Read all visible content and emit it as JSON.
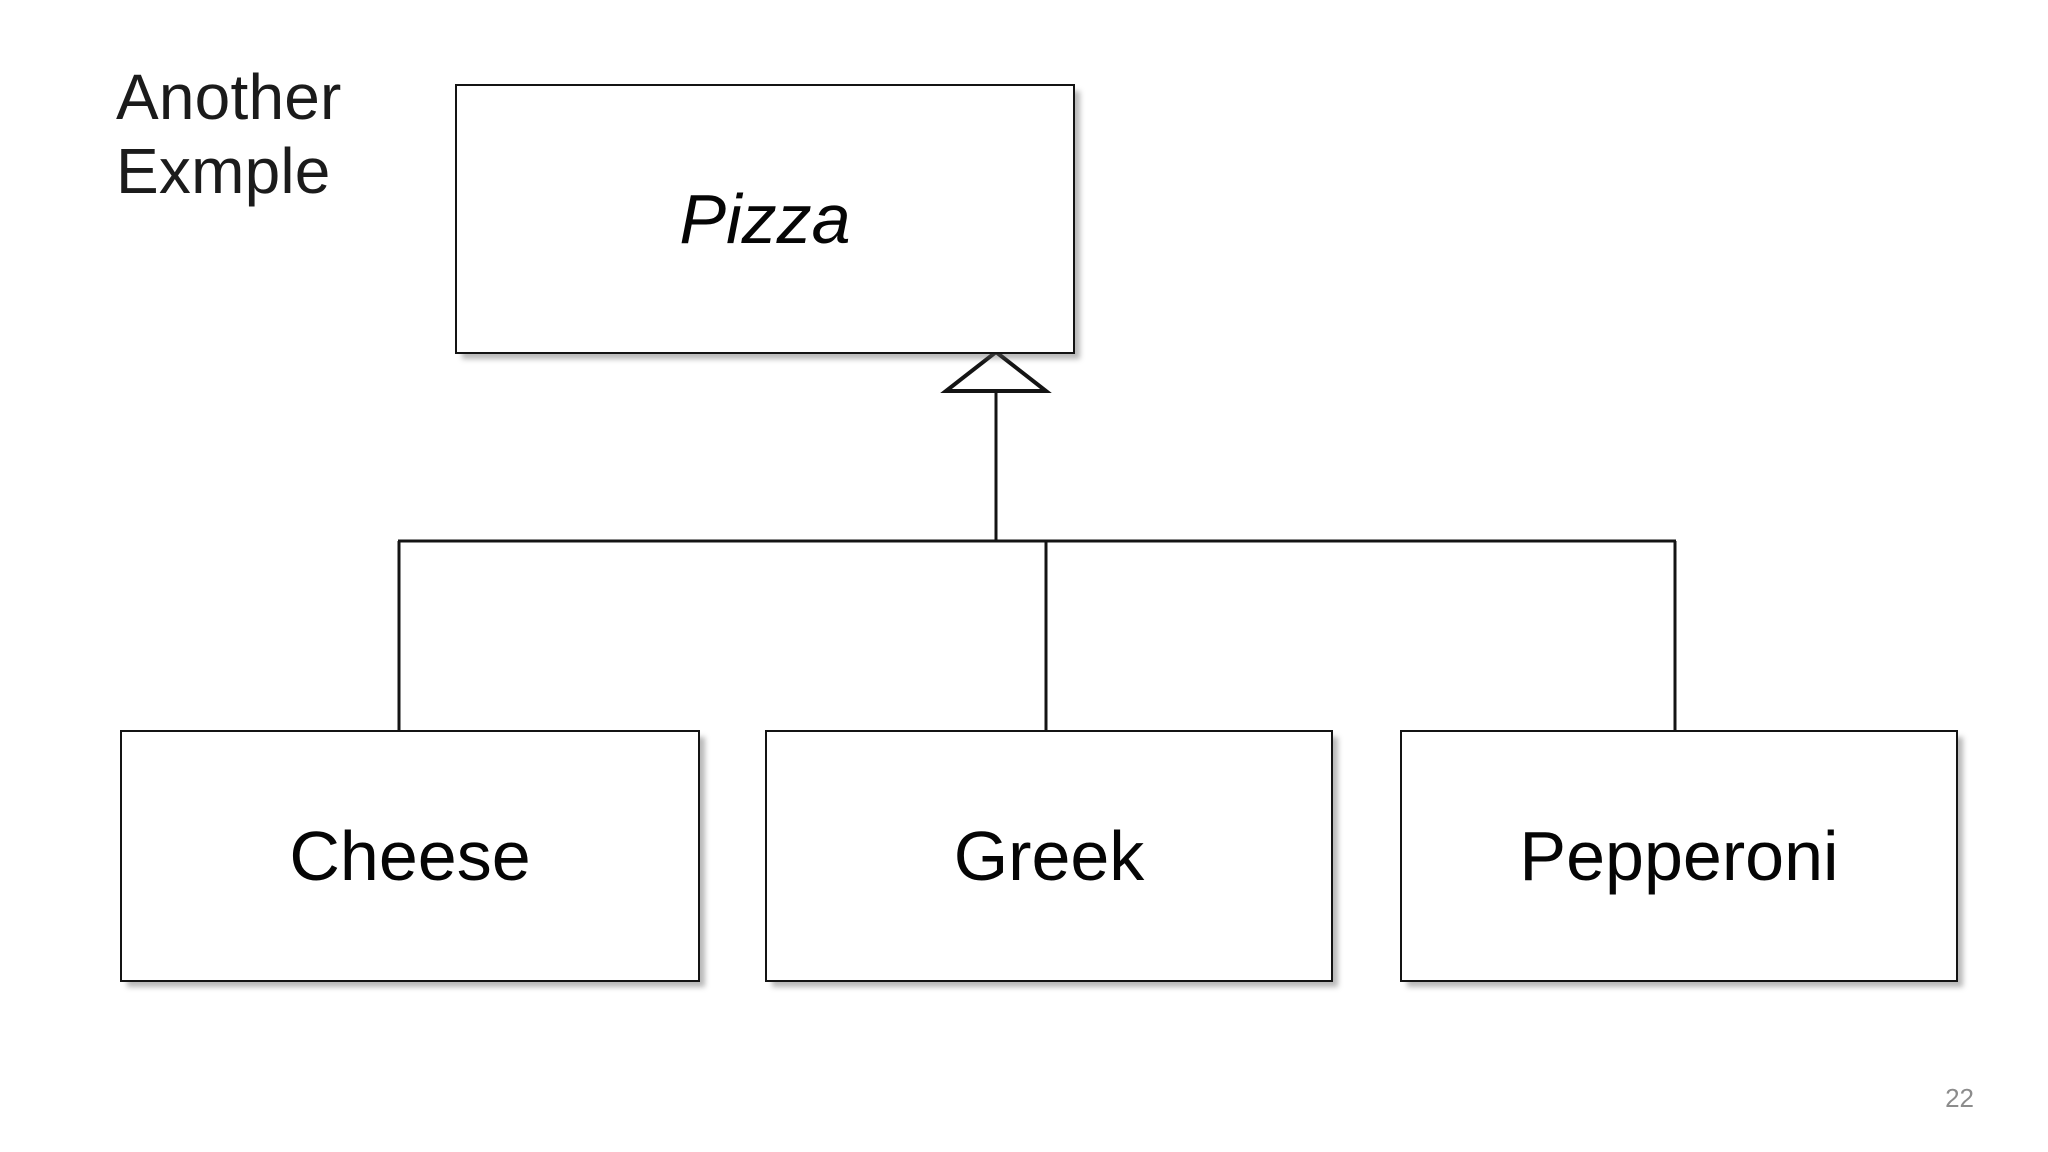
{
  "slide": {
    "title": "Another\nExmple",
    "page_number": "22",
    "background_color": "#ffffff",
    "line_color": "#141414",
    "text_color": "#050505",
    "page_number_color": "#8c8c8c"
  },
  "diagram": {
    "type": "uml-class-inheritance",
    "parent": {
      "name": "Pizza",
      "abstract": true,
      "style": "italic"
    },
    "children": [
      {
        "name": "Cheese",
        "abstract": false,
        "style": "normal"
      },
      {
        "name": "Greek",
        "abstract": false,
        "style": "normal"
      },
      {
        "name": "Pepperoni",
        "abstract": false,
        "style": "normal"
      }
    ],
    "relationship": "generalization",
    "arrow": "hollow-triangle"
  }
}
